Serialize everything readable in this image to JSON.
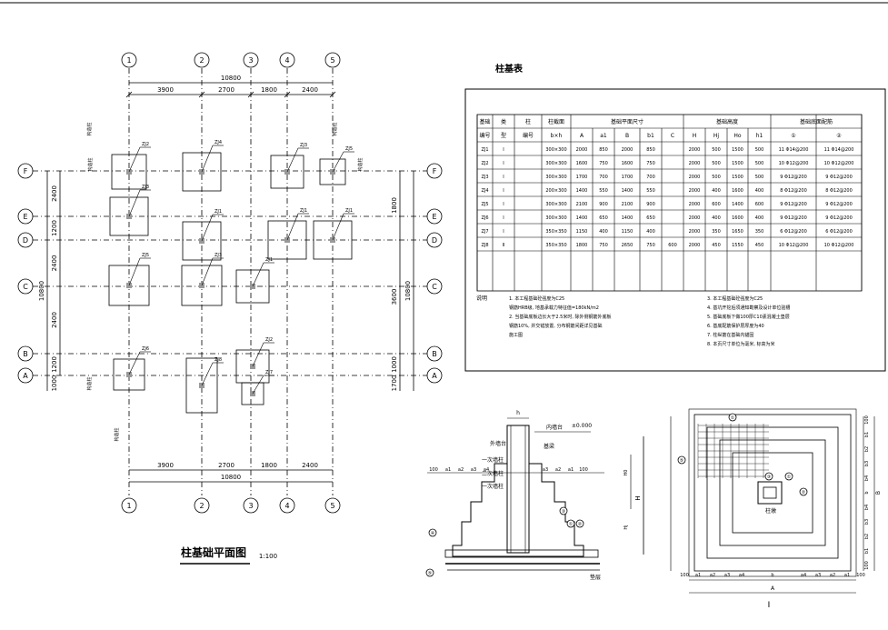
{
  "plan": {
    "title": "柱基础平面图",
    "scale": "1:100",
    "axes_x": [
      "1",
      "2",
      "3",
      "4",
      "5"
    ],
    "axes_y": [
      "F",
      "E",
      "D",
      "C",
      "B",
      "A"
    ],
    "total_x": "10800",
    "spans_x": [
      "3900",
      "2700",
      "1800",
      "2400"
    ],
    "spans_y": [
      "2400",
      "1200",
      "2400",
      "2400",
      "1200",
      "1000"
    ],
    "total_y": "10800",
    "side_y_right": [
      "1800",
      "3600",
      "1000",
      "1700"
    ],
    "footing_labels": [
      "ZJ2",
      "ZJ4",
      "ZJ3",
      "ZJ5",
      "ZJ3",
      "ZJ1",
      "ZJ1",
      "ZJ1",
      "ZJ5",
      "ZJ3",
      "ZJ1",
      "ZJ6",
      "ZJ8",
      "ZJ2",
      "ZJ7"
    ],
    "corner_label": "构造柱"
  },
  "table": {
    "title": "柱基表",
    "head_row1": [
      "基础",
      "类",
      "柱",
      "柱截面",
      "基础平面尺寸",
      "基础高度",
      "基础底面配筋"
    ],
    "head_row2": [
      "编号",
      "型",
      "编号",
      "b×h",
      "A",
      "a1",
      "B",
      "b1",
      "C",
      "H",
      "Hj",
      "Ho",
      "h1",
      "①",
      "②"
    ],
    "rows": [
      [
        "ZJ1",
        "I",
        "",
        "300×300",
        "2000",
        "850",
        "2000",
        "850",
        "",
        "2000",
        "500",
        "1500",
        "500",
        "11 Φ14@200",
        "11 Φ14@200"
      ],
      [
        "ZJ2",
        "I",
        "",
        "300×300",
        "1600",
        "750",
        "1600",
        "750",
        "",
        "2000",
        "500",
        "1500",
        "500",
        "10 Φ12@200",
        "10 Φ12@200"
      ],
      [
        "ZJ3",
        "I",
        "",
        "300×300",
        "1700",
        "700",
        "1700",
        "700",
        "",
        "2000",
        "500",
        "1500",
        "500",
        "9 Φ12@200",
        "9 Φ12@200"
      ],
      [
        "ZJ4",
        "I",
        "",
        "200×300",
        "1400",
        "550",
        "1400",
        "550",
        "",
        "2000",
        "400",
        "1600",
        "400",
        "8 Φ12@200",
        "8 Φ12@200"
      ],
      [
        "ZJ5",
        "I",
        "",
        "300×300",
        "2100",
        "900",
        "2100",
        "900",
        "",
        "2000",
        "600",
        "1400",
        "600",
        "9 Φ12@200",
        "9 Φ12@200"
      ],
      [
        "ZJ6",
        "I",
        "",
        "300×300",
        "1400",
        "650",
        "1400",
        "650",
        "",
        "2000",
        "400",
        "1600",
        "400",
        "9 Φ12@200",
        "9 Φ12@200"
      ],
      [
        "ZJ7",
        "I",
        "",
        "350×350",
        "1150",
        "400",
        "1150",
        "400",
        "",
        "2000",
        "350",
        "1650",
        "350",
        "6 Φ12@200",
        "6 Φ12@200"
      ],
      [
        "ZJ8",
        "II",
        "",
        "350×350",
        "1800",
        "750",
        "2650",
        "750",
        "600",
        "2000",
        "450",
        "1550",
        "450",
        "10 Φ12@200",
        "10 Φ12@200"
      ]
    ],
    "notes_label": "说明",
    "notes_left": [
      "1. 本工程基础砼强度为C25",
      "钢筋HRB级, 地基承载力特征值=180kN/m2",
      "2. 当基础底板边长大于2.5米时, 除外侧钢筋外底板",
      "钢筋10%, 并交错放置, 分布钢筋间距详见基础",
      "施工图"
    ],
    "notes_right": [
      "3. 本工程基础砼强度为C25",
      "4. 基坑开挖后须通知勘察及设计单位验槽",
      "5. 基础底板下做100厚C10素混凝土垫层",
      "6. 基底配筋保护层厚度为40",
      "7. 柱纵筋在基础内锚固",
      "8. 本页尺寸单位为毫米, 标高为米"
    ]
  },
  "section": {
    "h": "h",
    "elev": "±0.000",
    "labels": [
      "内墙台",
      "外墙台",
      "一次墙柱",
      "二次墙柱",
      "一次墙柱",
      "基梁",
      "垫层"
    ],
    "dims_bottom": [
      "100",
      "a1",
      "a2",
      "a3",
      "a4",
      "a3",
      "a2",
      "a1",
      "100"
    ],
    "dim_H": "H",
    "dim_H0": "H0",
    "dim_Hj": "Hj",
    "callouts": [
      "③",
      "①",
      "②",
      "④",
      "⑤"
    ]
  },
  "plan_detail": {
    "labels_top": [
      "①"
    ],
    "callouts": [
      "⑤",
      "③",
      "①",
      "②"
    ],
    "col_label": "柱墩",
    "dims_bottom": [
      "100",
      "a1",
      "a2",
      "a3",
      "a4",
      "b",
      "a4",
      "a3",
      "a2",
      "a1",
      "100"
    ],
    "dims_right": [
      "100",
      "b1",
      "b2",
      "b3",
      "b4",
      "b",
      "b4",
      "b3",
      "b2",
      "b1",
      "100"
    ],
    "dim_A": "A",
    "dim_B": "B",
    "section_mark": "I"
  }
}
